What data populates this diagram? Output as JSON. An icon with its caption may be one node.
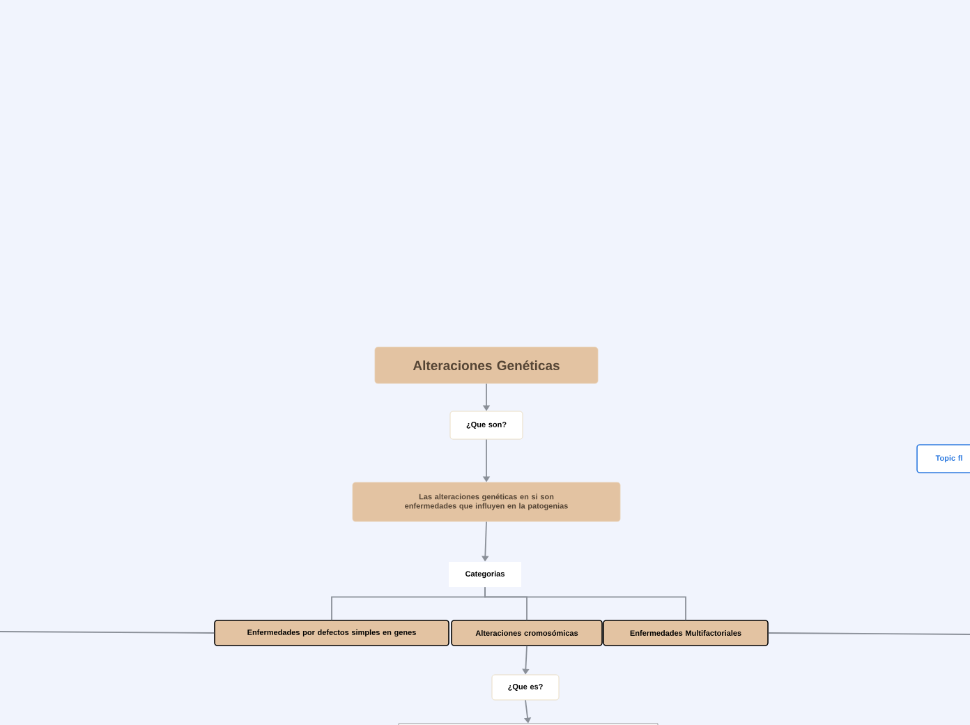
{
  "diagram": {
    "nodes": [
      {
        "text": [
          "Alteraciones Genéticas"
        ]
      },
      {
        "text": [
          "¿Que son?"
        ]
      },
      {
        "text": [
          "Las alteraciones genéticas en si son enfermedades que influyen en la patogenias"
        ]
      },
      {
        "text": [
          "Categorias"
        ]
      },
      {
        "text": [
          "Enfermedades por defectos simples en genes"
        ]
      },
      {
        "text": [
          "Alteraciones cromosómicas"
        ]
      },
      {
        "text": [
          "Enfermedades Multifactoriales"
        ]
      },
      {
        "text": [
          "¿Que es?"
        ]
      },
      {
        "text": [],
        "shape": "box"
      },
      {
        "text": [
          "Topic fl"
        ]
      }
    ],
    "edges": [
      {
        "from": 0,
        "to": 1,
        "arrow": "to"
      },
      {
        "from": 1,
        "to": 2,
        "arrow": "to"
      },
      {
        "from": 2,
        "to": 3,
        "arrow": "to"
      },
      {
        "from": 3,
        "to": 4,
        "arrow": "none"
      },
      {
        "from": 3,
        "to": 5,
        "arrow": "none"
      },
      {
        "from": 3,
        "to": 6,
        "arrow": "none"
      },
      {
        "from": 4,
        "to": null,
        "arrow": "none"
      },
      {
        "from": 6,
        "to": null,
        "arrow": "none"
      },
      {
        "from": 5,
        "to": 7,
        "arrow": "to"
      },
      {
        "from": 7,
        "to": 8,
        "arrow": "to"
      }
    ]
  }
}
